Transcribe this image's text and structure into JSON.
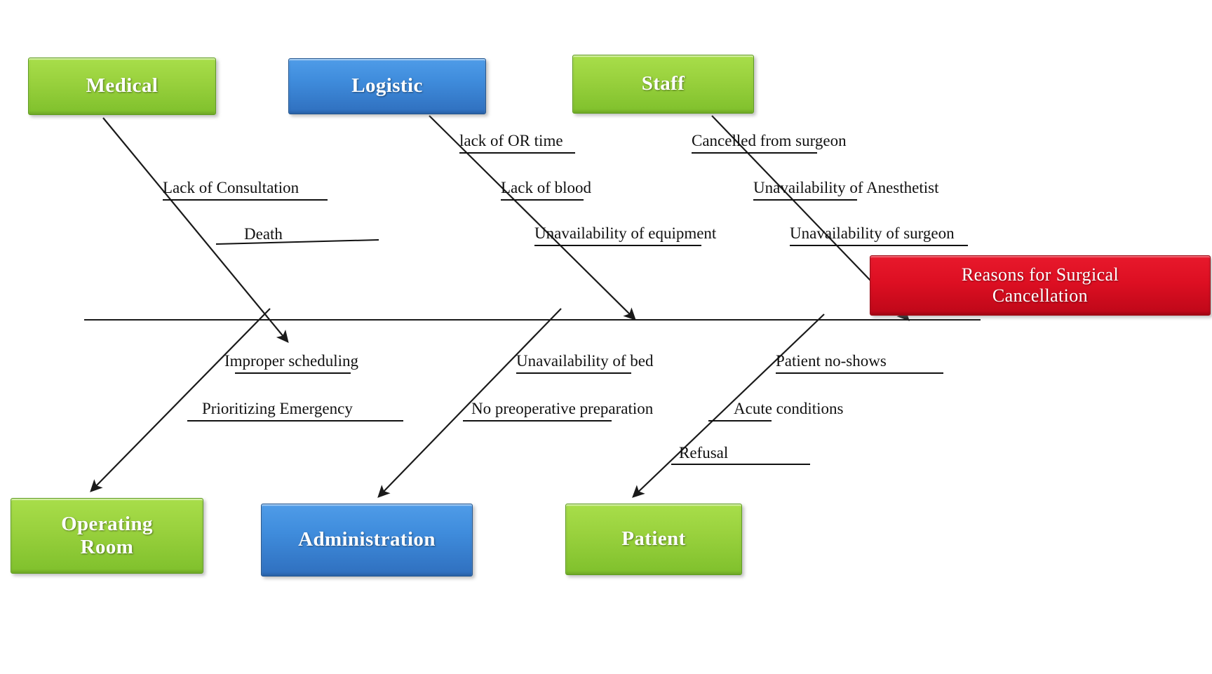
{
  "diagram": {
    "type": "fishbone-ishikawa",
    "effect": {
      "label": "Reasons for Surgical\nCancellation",
      "color": "#dd0f22",
      "text_color": "#ffffff"
    },
    "colors": {
      "green": "#9ad23e",
      "blue": "#3f8cdc",
      "red": "#dd0f22",
      "line": "#111111",
      "background": "#ffffff"
    },
    "categories": [
      {
        "id": "medical",
        "label": "Medical",
        "color": "#9ad23e",
        "position": "top",
        "causes": [
          "Lack of Consultation",
          "Death"
        ]
      },
      {
        "id": "logistic",
        "label": "Logistic",
        "color": "#3f8cdc",
        "position": "top",
        "causes": [
          "lack of OR time",
          "Lack of blood",
          "Unavailability of equipment"
        ]
      },
      {
        "id": "staff",
        "label": "Staff",
        "color": "#9ad23e",
        "position": "top",
        "causes": [
          "Cancelled from surgeon",
          "Unavailability of Anesthetist",
          "Unavailability of surgeon"
        ]
      },
      {
        "id": "operating-room",
        "label": "Operating\nRoom",
        "color": "#9ad23e",
        "position": "bottom",
        "causes": [
          "Improper scheduling",
          "Prioritizing Emergency"
        ]
      },
      {
        "id": "administration",
        "label": "Administration",
        "color": "#3f8cdc",
        "position": "bottom",
        "causes": [
          "Unavailability of bed",
          "No preoperative preparation"
        ]
      },
      {
        "id": "patient",
        "label": "Patient",
        "color": "#9ad23e",
        "position": "bottom",
        "causes": [
          "Patient no-shows",
          "Acute conditions",
          "Refusal"
        ]
      }
    ]
  },
  "labels": {
    "medical": "Medical",
    "logistic": "Logistic",
    "staff": "Staff",
    "operating_room": "Operating\nRoom",
    "administration": "Administration",
    "patient": "Patient",
    "effect": "Reasons for Surgical\nCancellation",
    "c_lack_of_consultation": "Lack of Consultation",
    "c_death": "Death",
    "c_lack_of_or_time": "lack of OR time",
    "c_lack_of_blood": "Lack of blood",
    "c_unavailability_of_equipment": "Unavailability of equipment",
    "c_cancelled_from_surgeon": "Cancelled from surgeon",
    "c_unavailability_of_anesthetist": "Unavailability of Anesthetist",
    "c_unavailability_of_surgeon": "Unavailability of surgeon",
    "c_improper_scheduling": "Improper scheduling",
    "c_prioritizing_emergency": "Prioritizing Emergency",
    "c_unavailability_of_bed": "Unavailability of bed",
    "c_no_preoperative_preparation": "No preoperative preparation",
    "c_patient_no_shows": "Patient no-shows",
    "c_acute_conditions": "Acute conditions",
    "c_refusal": "Refusal"
  }
}
